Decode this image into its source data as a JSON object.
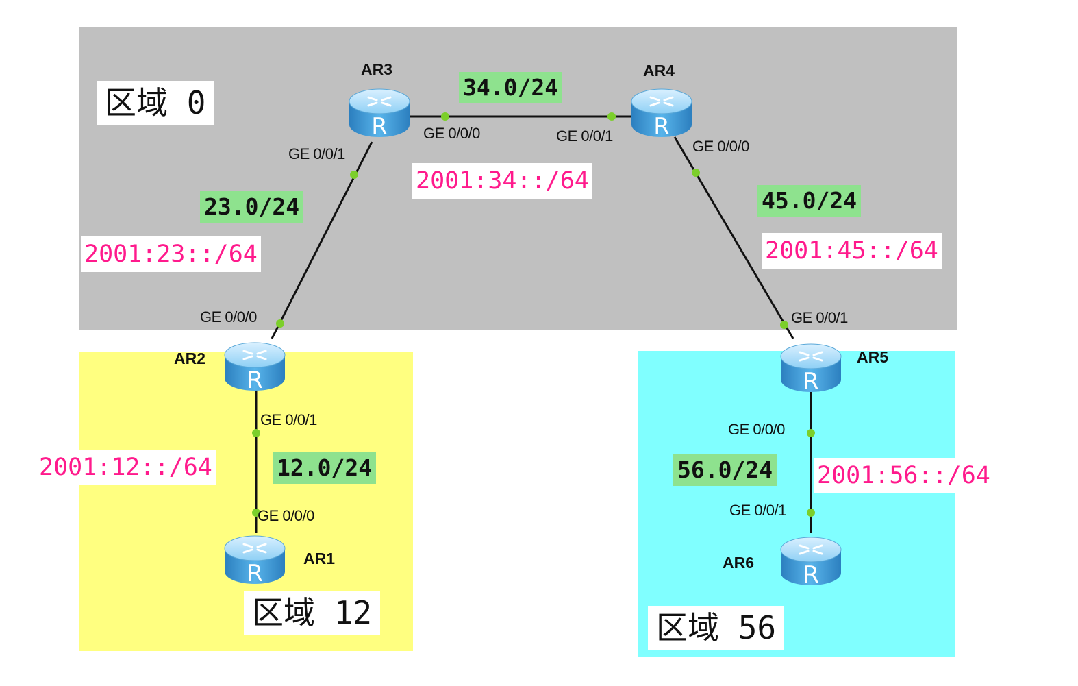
{
  "colors": {
    "area0": "#c0c0c0",
    "area12": "#ffff80",
    "area56": "#80ffff",
    "subnet_bg": "#8ee28e",
    "ipv6_text": "#ff1a8c",
    "link": "#111111",
    "port_dot": "#7ccf2b",
    "router_body": "#3f9fd8"
  },
  "areas": {
    "area0": "区域 0",
    "area12": "区域 12",
    "area56": "区域 56"
  },
  "routers": {
    "ar1": "AR1",
    "ar2": "AR2",
    "ar3": "AR3",
    "ar4": "AR4",
    "ar5": "AR5",
    "ar6": "AR6"
  },
  "router_icon": "router-icon",
  "router_glyph": "R",
  "links": {
    "ar3_ar4": {
      "ipv4": "34.0/24",
      "ipv6": "2001:34::/64",
      "port_a": "GE 0/0/0",
      "port_b": "GE 0/0/1"
    },
    "ar2_ar3": {
      "ipv4": "23.0/24",
      "ipv6": "2001:23::/64",
      "port_a": "GE 0/0/0",
      "port_b": "GE 0/0/1"
    },
    "ar4_ar5": {
      "ipv4": "45.0/24",
      "ipv6": "2001:45::/64",
      "port_a": "GE 0/0/0",
      "port_b": "GE 0/0/1"
    },
    "ar1_ar2": {
      "ipv4": "12.0/24",
      "ipv6": "2001:12::/64",
      "port_a": "GE 0/0/1",
      "port_b": "GE 0/0/0"
    },
    "ar5_ar6": {
      "ipv4": "56.0/24",
      "ipv6": "2001:56::/64",
      "port_a": "GE 0/0/0",
      "port_b": "GE 0/0/1"
    }
  }
}
